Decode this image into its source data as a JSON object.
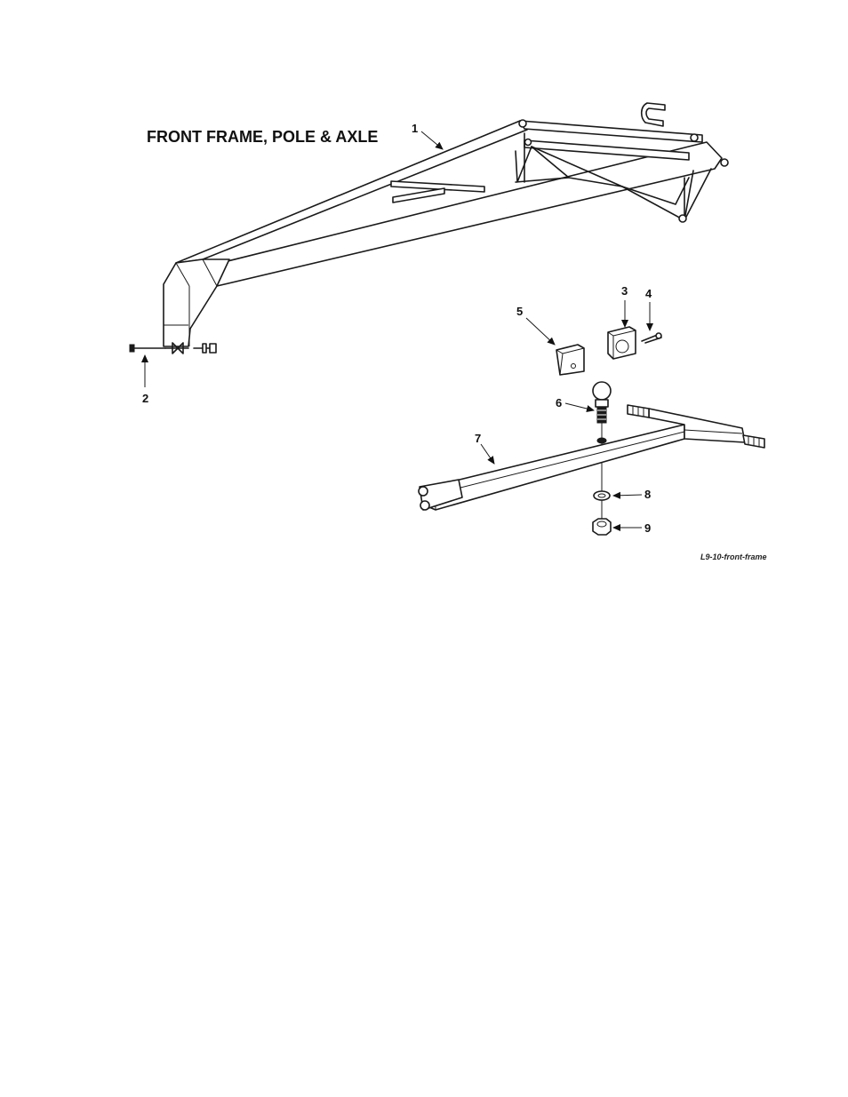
{
  "diagram": {
    "title": "FRONT FRAME, POLE & AXLE",
    "figure_ref": "L9-10-front-frame",
    "callouts": {
      "c1": "1",
      "c2": "2",
      "c3": "3",
      "c4": "4",
      "c5": "5",
      "c6": "6",
      "c7": "7",
      "c8": "8",
      "c9": "9"
    }
  }
}
